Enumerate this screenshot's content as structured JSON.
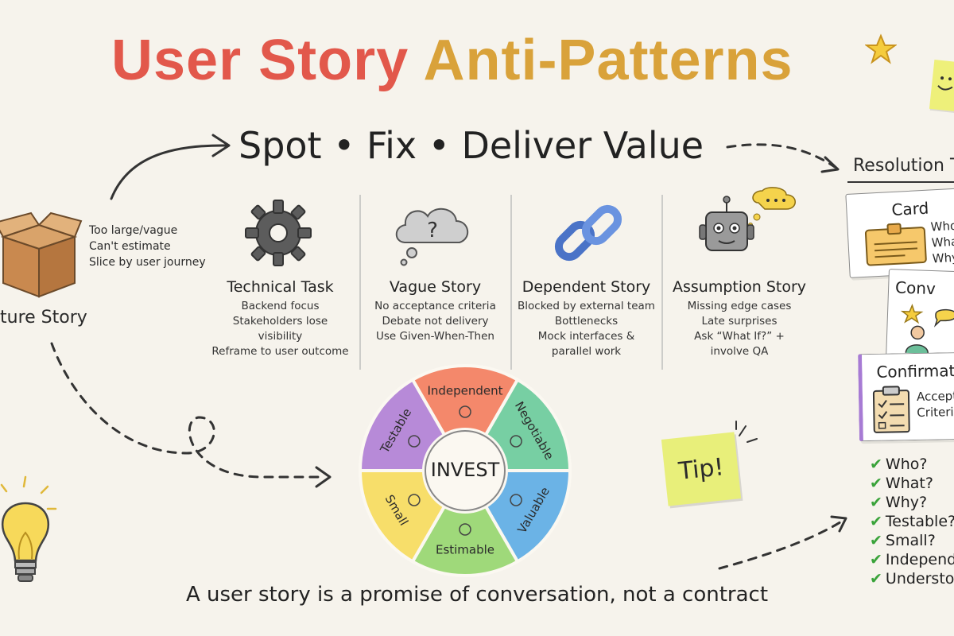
{
  "title": {
    "part1": "User Story",
    "part2": "Anti-Patterns"
  },
  "subtitle": "Spot • Fix • Deliver Value",
  "feature_story": {
    "label": "ture Story",
    "notes": [
      "Too large/vague",
      "Can't estimate",
      "Slice by user journey"
    ]
  },
  "columns": [
    {
      "title": "Technical Task",
      "lines": [
        "Backend focus",
        "Stakeholders lose",
        "visibility",
        "Reframe to user outcome"
      ]
    },
    {
      "title": "Vague Story",
      "lines": [
        "No acceptance criteria",
        "Debate not delivery",
        "Use Given-When-Then"
      ]
    },
    {
      "title": "Dependent Story",
      "lines": [
        "Blocked by external team",
        "Bottlenecks",
        "Mock interfaces &",
        "parallel work"
      ]
    },
    {
      "title": "Assumption Story",
      "lines": [
        "Missing edge cases",
        "Late surprises",
        "Ask “What If?” +",
        "involve QA"
      ]
    }
  ],
  "invest": {
    "center": "INVEST",
    "segments": [
      {
        "label": "Independent",
        "color": "#f4886b"
      },
      {
        "label": "Negotiable",
        "color": "#77cfa3"
      },
      {
        "label": "Valuable",
        "color": "#6bb3e6"
      },
      {
        "label": "Estimable",
        "color": "#9fd97a"
      },
      {
        "label": "Small",
        "color": "#f7de6a"
      },
      {
        "label": "Testable",
        "color": "#b78ad8"
      }
    ]
  },
  "tip": "Tip!",
  "resolution": {
    "title": "Resolution T",
    "card": {
      "title": "Card",
      "lines": [
        "Who",
        "What",
        "Why"
      ]
    },
    "conversation": {
      "title": "Conv"
    },
    "confirmation": {
      "title": "Confirmati",
      "lines": [
        "Accept",
        "Criteria"
      ]
    }
  },
  "checklist": [
    "Who?",
    "What?",
    "Why?",
    "Testable?",
    "Small?",
    "Independ",
    "Understo"
  ],
  "quote": "A user story is a promise of conversation, not a contract"
}
